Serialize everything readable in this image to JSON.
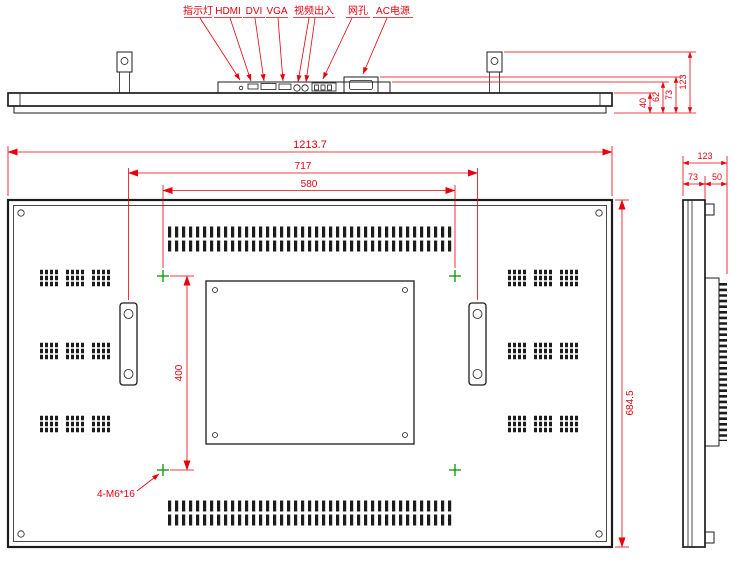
{
  "document": {
    "type": "technical-drawing",
    "subject": "LCD monitor outline dimension drawing",
    "units": "mm"
  },
  "colors": {
    "outline": "#1c1c1c",
    "dimension": "#e8000d",
    "marker": "#009900",
    "background": "#ffffff"
  },
  "top_view": {
    "port_labels": [
      {
        "id": "indicator-light",
        "text": "指示灯"
      },
      {
        "id": "hdmi",
        "text": "HDMI"
      },
      {
        "id": "dvi",
        "text": "DVI"
      },
      {
        "id": "vga",
        "text": "VGA"
      },
      {
        "id": "video-in-out",
        "text": "视频出入"
      },
      {
        "id": "lan-port",
        "text": "网孔"
      },
      {
        "id": "ac-power",
        "text": "AC电源"
      }
    ],
    "dimensions": {
      "body_depth": "40",
      "mid_depth": "62",
      "connector_depth": "73",
      "overall_depth": "123"
    }
  },
  "rear_view": {
    "dimensions": {
      "overall_width": "1213.7",
      "bracket_span": "717",
      "vesa_width": "580",
      "vesa_height": "400",
      "overall_height": "684.5"
    },
    "mounting_note": "4-M6*16"
  },
  "side_view": {
    "dimensions": {
      "overall_depth": "123",
      "front_depth": "73",
      "rear_depth": "50"
    }
  }
}
